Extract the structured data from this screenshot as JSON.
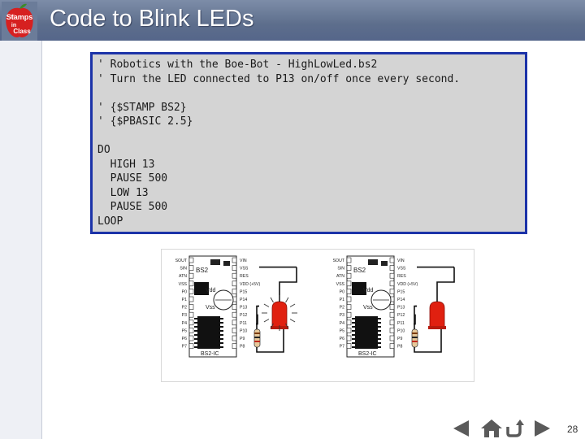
{
  "slide": {
    "title": "Code to Blink LEDs",
    "page_number": "28"
  },
  "logo": {
    "icon": "stamps-in-class-logo",
    "text_top": "Stamps",
    "text_mid": "in",
    "text_bottom": "Class"
  },
  "code": {
    "lines": [
      "' Robotics with the Boe-Bot - HighLowLed.bs2",
      "' Turn the LED connected to P13 on/off once every second.",
      "",
      "' {$STAMP BS2}",
      "' {$PBASIC 2.5}",
      "",
      "DO",
      "  HIGH 13",
      "  PAUSE 500",
      "  LOW 13",
      "  PAUSE 500",
      "LOOP"
    ]
  },
  "circuits": [
    {
      "state": "on",
      "chip_label": "BS2",
      "ic_label": "BS2-IC",
      "vdd_label": "Vdd",
      "vss_label": "Vss",
      "left_pins": [
        "SOUT",
        "SIN",
        "ATN",
        "VSS",
        "P0",
        "P1",
        "P2",
        "P3",
        "P4",
        "P5",
        "P6",
        "P7"
      ],
      "right_pins": [
        "VIN",
        "VSS",
        "RES",
        "VDD (+5V)",
        "P15",
        "P14",
        "P13",
        "P12",
        "P11",
        "P10",
        "P9",
        "P8"
      ]
    },
    {
      "state": "off",
      "chip_label": "BS2",
      "ic_label": "BS2-IC",
      "vdd_label": "Vdd",
      "vss_label": "Vss",
      "left_pins": [
        "SOUT",
        "SIN",
        "ATN",
        "VSS",
        "P0",
        "P1",
        "P2",
        "P3",
        "P4",
        "P5",
        "P6",
        "P7"
      ],
      "right_pins": [
        "VIN",
        "VSS",
        "RES",
        "VDD (+5V)",
        "P15",
        "P14",
        "P13",
        "P12",
        "P11",
        "P10",
        "P9",
        "P8"
      ]
    }
  ],
  "nav": {
    "prev_icon": "arrow-left-icon",
    "home_icon": "home-icon",
    "return_icon": "return-icon",
    "next_icon": "arrow-right-icon"
  },
  "colors": {
    "header": "#5d6e8c",
    "code_border": "#1c33a8",
    "code_bg": "#d4d4d4",
    "led_red": "#e02010"
  }
}
